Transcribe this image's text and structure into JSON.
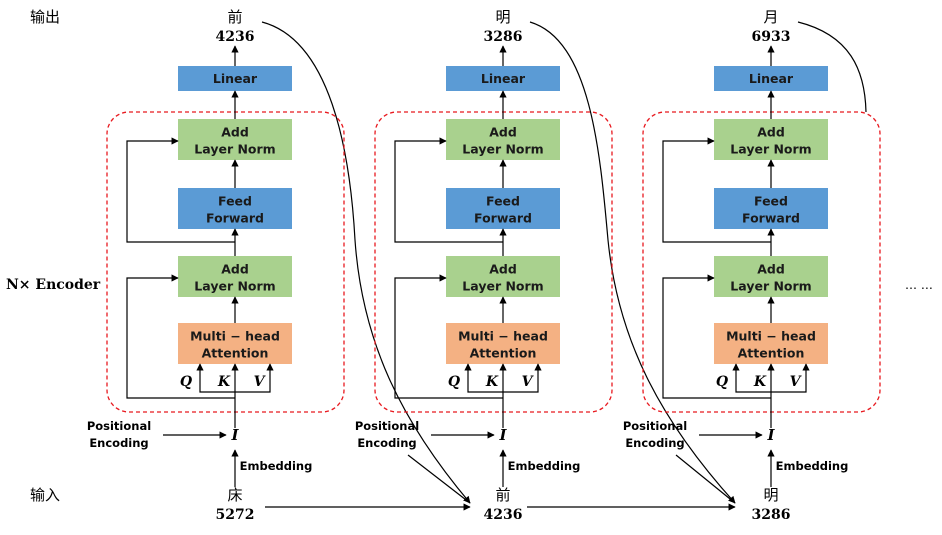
{
  "labels": {
    "output": "输出",
    "input": "输入",
    "encoder": "N× Encoder",
    "positional_line1": "Positional",
    "positional_line2": "Encoding",
    "embedding": "Embedding",
    "ellipsis": "… …"
  },
  "blocks": [
    {
      "output_char": "前",
      "output_id": "4236",
      "input_char": "床",
      "input_id": "5272",
      "linear": "Linear",
      "add_norm_top": [
        "Add",
        "Layer Norm"
      ],
      "feed_forward": [
        "Feed",
        "Forward"
      ],
      "add_norm_bottom": [
        "Add",
        "Layer Norm"
      ],
      "attention": [
        "Multi − head",
        "Attention"
      ],
      "q": "Q",
      "k": "K",
      "v": "V",
      "i": "I"
    },
    {
      "output_char": "明",
      "output_id": "3286",
      "input_char": "前",
      "input_id": "4236",
      "linear": "Linear",
      "add_norm_top": [
        "Add",
        "Layer Norm"
      ],
      "feed_forward": [
        "Feed",
        "Forward"
      ],
      "add_norm_bottom": [
        "Add",
        "Layer Norm"
      ],
      "attention": [
        "Multi − head",
        "Attention"
      ],
      "q": "Q",
      "k": "K",
      "v": "V",
      "i": "I"
    },
    {
      "output_char": "月",
      "output_id": "6933",
      "input_char": "明",
      "input_id": "3286",
      "linear": "Linear",
      "add_norm_top": [
        "Add",
        "Layer Norm"
      ],
      "feed_forward": [
        "Feed",
        "Forward"
      ],
      "add_norm_bottom": [
        "Add",
        "Layer Norm"
      ],
      "attention": [
        "Multi − head",
        "Attention"
      ],
      "q": "Q",
      "k": "K",
      "v": "V",
      "i": "I"
    }
  ],
  "colors": {
    "linear": "#5b9bd5",
    "feed_forward": "#5b9bd5",
    "add_norm": "#a9d18e",
    "attention": "#f4b183",
    "encoder_border": "#e8191f",
    "line": "#000000"
  }
}
